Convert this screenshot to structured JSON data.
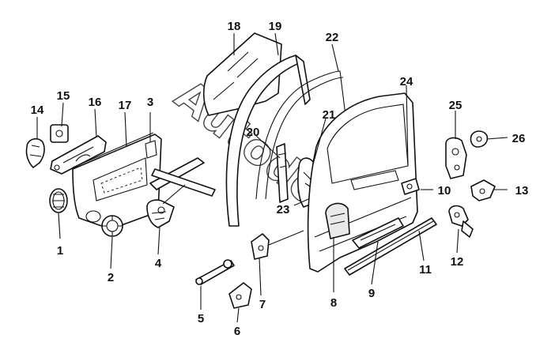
{
  "callouts": [
    "1",
    "2",
    "3",
    "4",
    "5",
    "6",
    "7",
    "8",
    "9",
    "10",
    "11",
    "12",
    "13",
    "14",
    "15",
    "16",
    "17",
    "18",
    "19",
    "20",
    "21",
    "22",
    "23",
    "24",
    "25",
    "26"
  ],
  "watermark": "Autodoc",
  "colors": {
    "line": "#111111",
    "background": "#ffffff",
    "shade": "#e9e9e9"
  }
}
